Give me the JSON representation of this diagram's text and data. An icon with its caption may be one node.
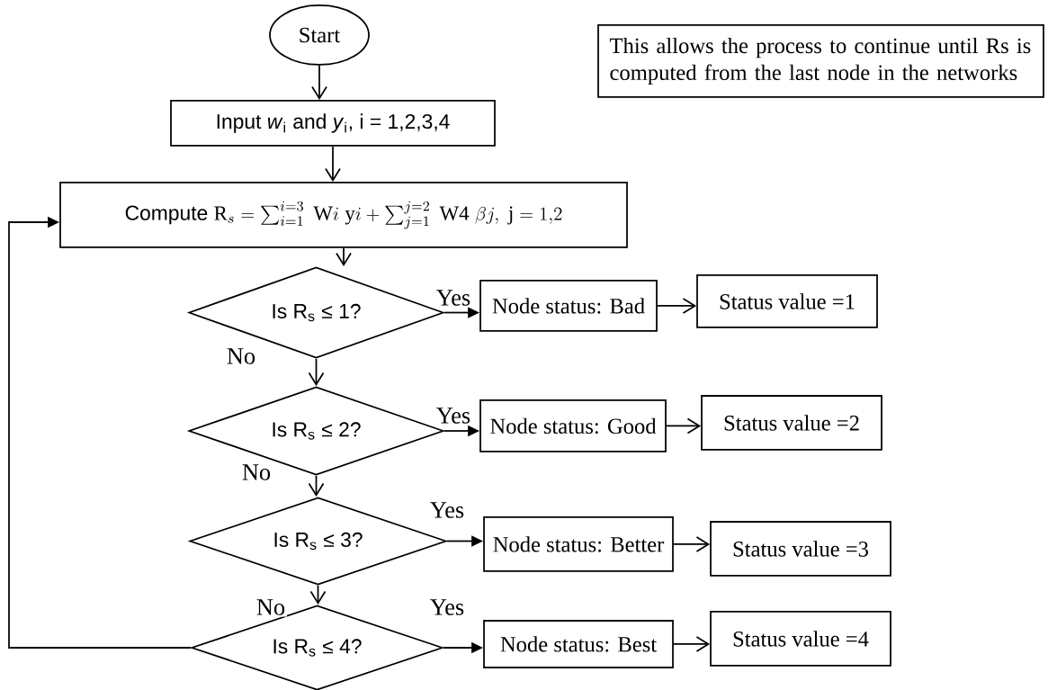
{
  "diagram": {
    "nodes": [
      {
        "text": [
          "Start"
        ]
      },
      {
        "text": [
          "Input *w*$_{i}$ and *y*$_{i}$, i = 1,2,3,4"
        ]
      },
      {
        "text": [
          "\\textsf{Compute}\\ \\mathrm{R}_{s} = \\sum_{i=1}^{i=3}\\ \\mathrm{W}i\\ \\mathrm{y}i + \\sum_{j=1}^{j=2}\\ \\mathrm{W4}\\ \\beta j,\\ \\mathrm{j} = 1{,}2"
        ]
      },
      {
        "text": [
          "Is R$_{s}$ ≤ 1?"
        ]
      },
      {
        "text": [
          "Node status: Bad"
        ]
      },
      {
        "text": [
          "Status value =1"
        ]
      },
      {
        "text": [
          "Is R$_{s}$ ≤ 2?"
        ]
      },
      {
        "text": [
          "Node status: Good"
        ]
      },
      {
        "text": [
          "Status value =2"
        ]
      },
      {
        "text": [
          "Is R$_{s}$ ≤ 3?"
        ]
      },
      {
        "text": [
          "Node status: Better"
        ]
      },
      {
        "text": [
          "Status value =3"
        ]
      },
      {
        "text": [
          "Is R$_{s}$ ≤ 4?"
        ]
      },
      {
        "text": [
          "Node status: Best"
        ]
      },
      {
        "text": [
          "Status value =4"
        ]
      },
      {
        "text": [
          "This allows the process to continue until Rs is computed from the last node in the networks"
        ]
      }
    ],
    "edges": [
      {
        "from": 0,
        "to": 1,
        "arrow": "to"
      },
      {
        "from": 1,
        "to": 2,
        "arrow": "to"
      },
      {
        "from": 2,
        "to": 3,
        "arrow": "to"
      },
      {
        "from": 3,
        "to": 4,
        "arrow": "to",
        "label": "Yes"
      },
      {
        "from": 4,
        "to": 5,
        "arrow": "to"
      },
      {
        "from": 3,
        "to": 6,
        "arrow": "to",
        "label": "No"
      },
      {
        "from": 6,
        "to": 7,
        "arrow": "to",
        "label": "Yes"
      },
      {
        "from": 7,
        "to": 8,
        "arrow": "to"
      },
      {
        "from": 6,
        "to": 9,
        "arrow": "to",
        "label": "No"
      },
      {
        "from": 9,
        "to": 10,
        "arrow": "to",
        "label": "Yes"
      },
      {
        "from": 10,
        "to": 11,
        "arrow": "to"
      },
      {
        "from": 9,
        "to": 12,
        "arrow": "to",
        "label": "No"
      },
      {
        "from": 12,
        "to": 13,
        "arrow": "to",
        "label": "Yes"
      },
      {
        "from": 13,
        "to": 14,
        "arrow": "to"
      },
      {
        "from": 12,
        "to": 2,
        "arrow": "to"
      }
    ]
  }
}
